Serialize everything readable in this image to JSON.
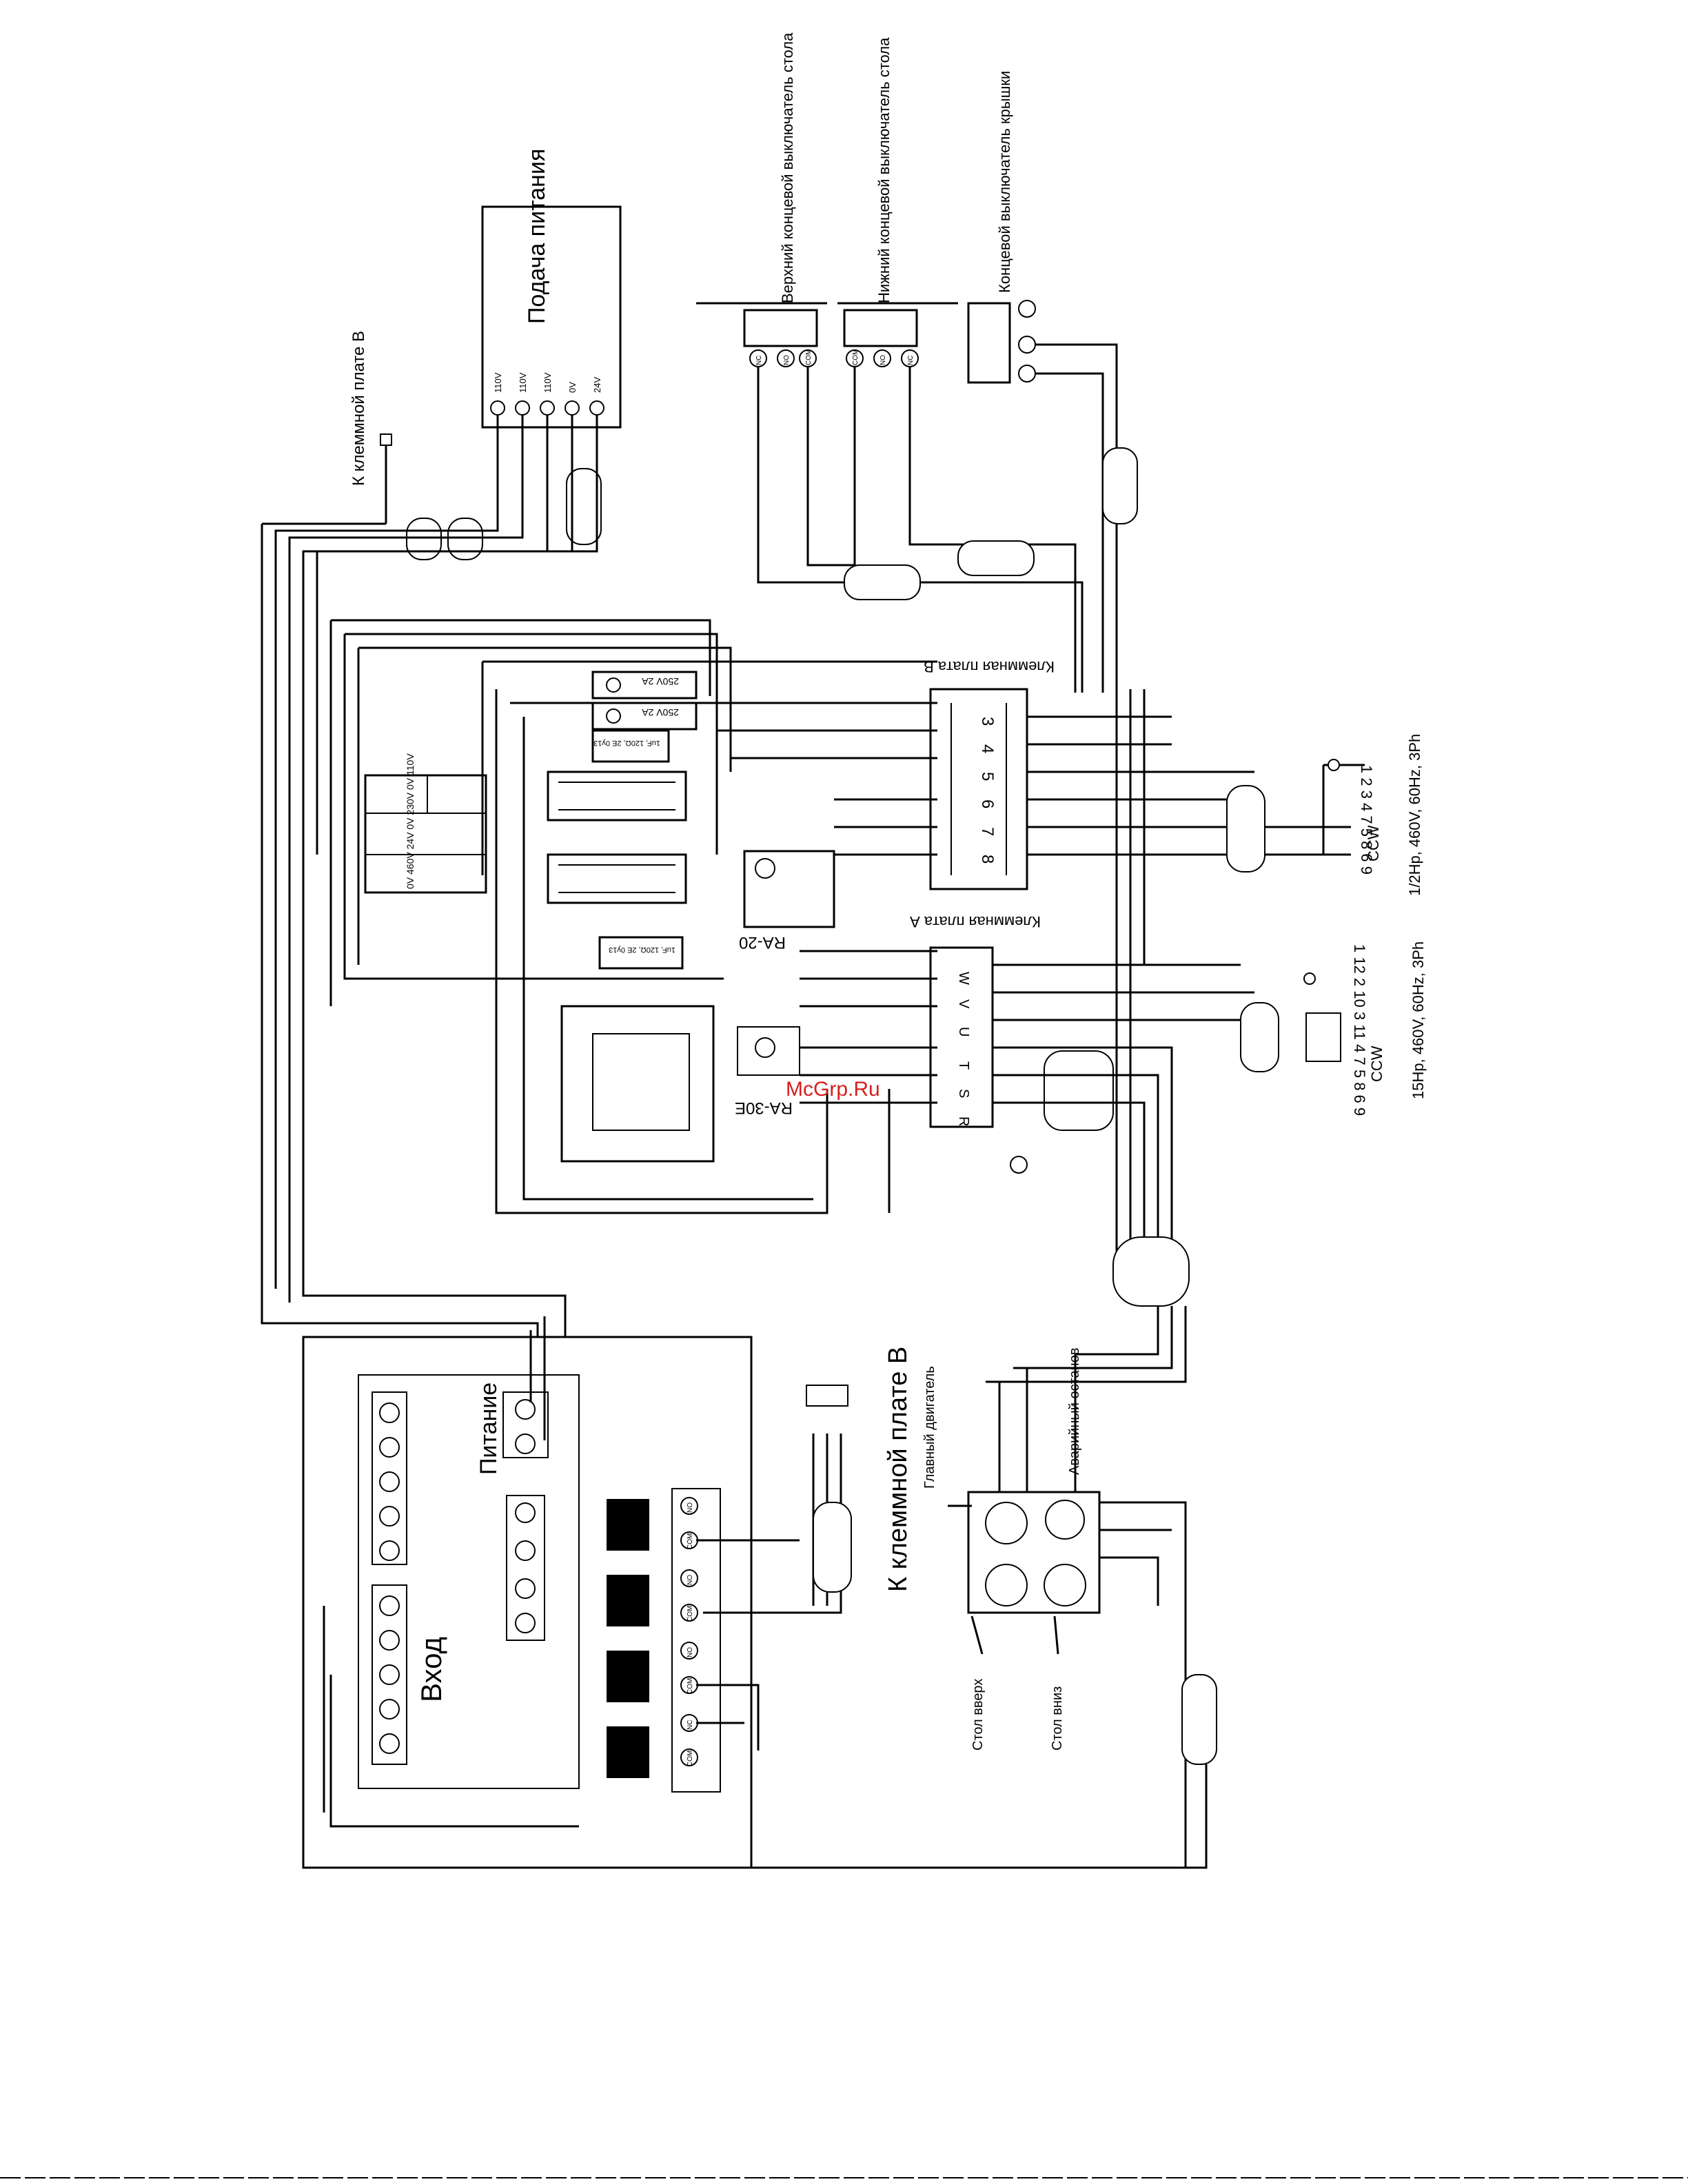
{
  "labels": {
    "klemm_b_top": "К клеммной плате В",
    "power_supply": "Подача питания",
    "upper_limit": "Верхний концевой выключатель стола",
    "lower_limit": "Нижний концевой выключатель стола",
    "lid_limit": "Концевой выключатель крышки",
    "board_b": "Клеммная плата B",
    "board_a": "Клеммная плата A",
    "ra20": "RA-20",
    "ra30e": "RA-30E",
    "fuse_1": "250V 2A",
    "fuse_2": "250V 2A",
    "cap_1": "1uF, 120Ω, 2E 0y13",
    "cap_2": "1uF, 120Ω, 2E 0y13",
    "transformer": "0V 460V 24V 0V 230V 0V 110V",
    "motor_small": "1/2Hp, 460V, 60Hz, 3Ph",
    "motor_large": "15Hp, 460V, 60Hz, 3Ph",
    "ccw_small": "CCW",
    "ccw_large": "CCW",
    "motor_small_terms": "1 2 3 4 7 5 8 6 9",
    "motor_large_terms": "1 12 2 10 3 11 4 7 5 8 6 9",
    "klemm_b_big": "К клеммной плате В",
    "main_motor": "Главный двигатель",
    "emergency": "Аварийный останов",
    "table_up": "Стол вверх",
    "table_down": "Стол вниз",
    "vhod": "Вход",
    "pitanie": "Питание",
    "watermark": "McGrp.Ru"
  },
  "psu_terms": [
    "110V",
    "110V",
    "110V",
    "0V",
    "24V"
  ],
  "board_b_numbers": [
    "3",
    "4",
    "5",
    "6",
    "7",
    "8"
  ],
  "board_a_letters": [
    "W",
    "V",
    "U",
    "T",
    "S",
    "R"
  ],
  "relay_terms": [
    "NO",
    "COM",
    "NO",
    "COM",
    "NO",
    "COM",
    "NC",
    "COM"
  ],
  "limit_terms": [
    "NC",
    "NO",
    "COM"
  ],
  "colors": {
    "line": "#000000",
    "watermark": "#d4201f"
  }
}
